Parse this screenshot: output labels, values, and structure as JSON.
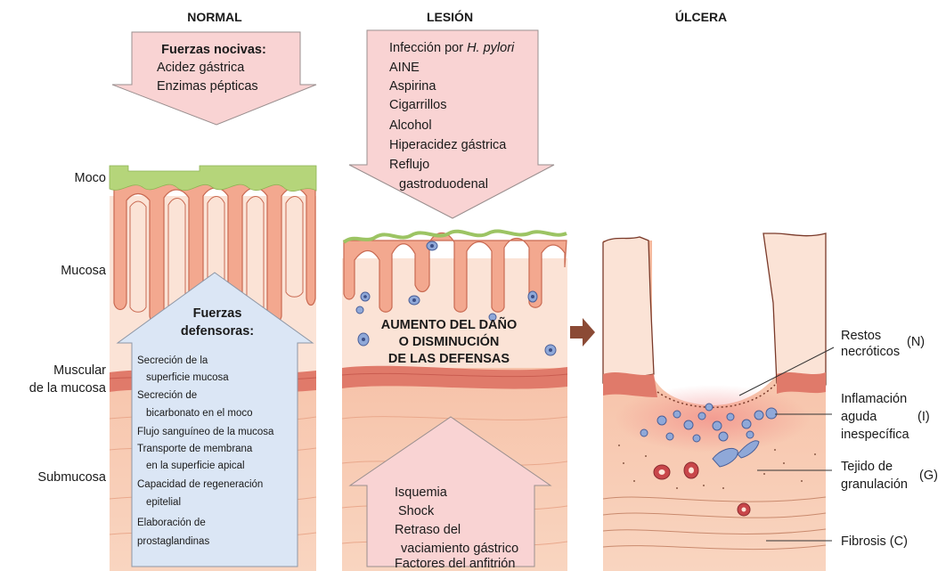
{
  "columns": {
    "normal": "NORMAL",
    "lesion": "LESIÓN",
    "ulcer": "ÚLCERA"
  },
  "layers": {
    "mucus": "Moco",
    "mucosa": "Mucosa",
    "muscularis_1": "Muscular",
    "muscularis_2": "de la mucosa",
    "submucosa": "Submucosa"
  },
  "noxious": {
    "title": "Fuerzas nocivas:",
    "items": [
      "Acidez gástrica",
      "Enzimas pépticas"
    ]
  },
  "defensive": {
    "title_1": "Fuerzas",
    "title_2": "defensoras:",
    "items": [
      "Secreción de la",
      "superficie mucosa",
      "Secreción de",
      "bicarbonato en el moco",
      "Flujo sanguíneo de la mucosa",
      "Transporte de membrana",
      "en la superficie apical",
      "Capacidad de regeneración",
      "epitelial",
      "Elaboración de",
      "prostaglandinas"
    ]
  },
  "injury_factors": {
    "first_prefix": "Infección por ",
    "first_italic": "H. pylori",
    "items": [
      "AINE",
      "Aspirina",
      "Cigarrillos",
      "Alcohol",
      "Hiperacidez gástrica",
      "Reflujo",
      "gastroduodenal"
    ]
  },
  "central_text": [
    "AUMENTO DEL DAÑO",
    "O DISMINUCIÓN",
    "DE LAS DEFENSAS"
  ],
  "host_factors": [
    "Isquemia",
    "Shock",
    "Retraso del",
    "vaciamiento gástrico",
    "Factores del anfitrión"
  ],
  "ulcer_labels": {
    "necrotic_1": "Restos",
    "necrotic_2": "necróticos",
    "necrotic_code": "(N)",
    "inflam_1": "Inflamación",
    "inflam_2": "aguda",
    "inflam_3": "inespecífica",
    "inflam_code": "(I)",
    "gran_1": "Tejido de",
    "gran_2": "granulación",
    "gran_code": "(G)",
    "fibrosis": "Fibrosis (C)"
  },
  "colors": {
    "mucus": "#b5d57a",
    "mucosa": "#f6c4b0",
    "mucosa_dark": "#e8937a",
    "lamina": "#fbe3d6",
    "muscularis": "#e07a6a",
    "submucosa": "#f7c9b0",
    "noxious_arrow": "#f9d3d3",
    "defensive_arrow": "#dbe6f5",
    "progression_arrow": "#8b4a35",
    "cell": "#8fa8d8",
    "vessel": "#c8464a"
  }
}
